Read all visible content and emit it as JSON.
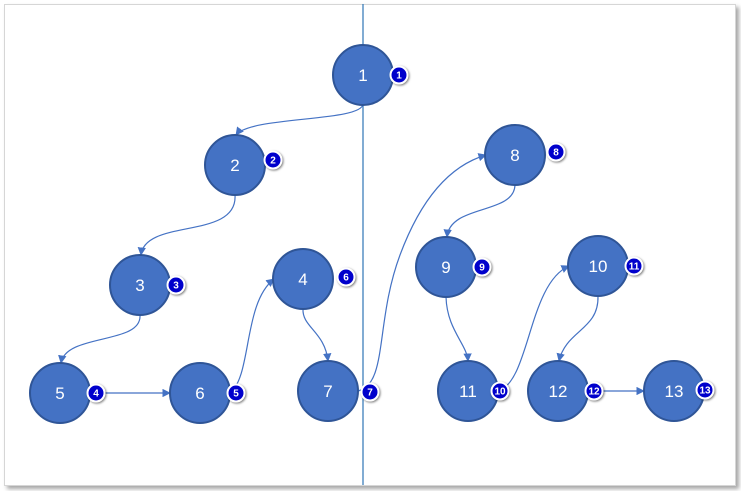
{
  "colors": {
    "node_fill": "#4472C4",
    "node_stroke": "#2F5597",
    "badge_fill": "#0000CC",
    "edge": "#4472C4",
    "divider": "#2E75B6"
  },
  "nodes": [
    {
      "id": "1",
      "label": "1",
      "badge": "1"
    },
    {
      "id": "2",
      "label": "2",
      "badge": "2"
    },
    {
      "id": "3",
      "label": "3",
      "badge": "3"
    },
    {
      "id": "4",
      "label": "4",
      "badge": "6"
    },
    {
      "id": "5",
      "label": "5",
      "badge": "4"
    },
    {
      "id": "6",
      "label": "6",
      "badge": "5"
    },
    {
      "id": "7",
      "label": "7",
      "badge": "7"
    },
    {
      "id": "8",
      "label": "8",
      "badge": "8"
    },
    {
      "id": "9",
      "label": "9",
      "badge": "9"
    },
    {
      "id": "10",
      "label": "10",
      "badge": "11"
    },
    {
      "id": "11",
      "label": "11",
      "badge": "10"
    },
    {
      "id": "12",
      "label": "12",
      "badge": "12"
    },
    {
      "id": "13",
      "label": "13",
      "badge": "13"
    }
  ],
  "edges": [
    {
      "from": "1",
      "to": "2"
    },
    {
      "from": "2",
      "to": "3"
    },
    {
      "from": "3",
      "to": "5"
    },
    {
      "from": "5",
      "to": "6"
    },
    {
      "from": "6",
      "to": "4"
    },
    {
      "from": "4",
      "to": "7"
    },
    {
      "from": "7",
      "to": "8"
    },
    {
      "from": "8",
      "to": "9"
    },
    {
      "from": "9",
      "to": "11"
    },
    {
      "from": "11",
      "to": "10"
    },
    {
      "from": "10",
      "to": "12"
    },
    {
      "from": "12",
      "to": "13"
    }
  ]
}
